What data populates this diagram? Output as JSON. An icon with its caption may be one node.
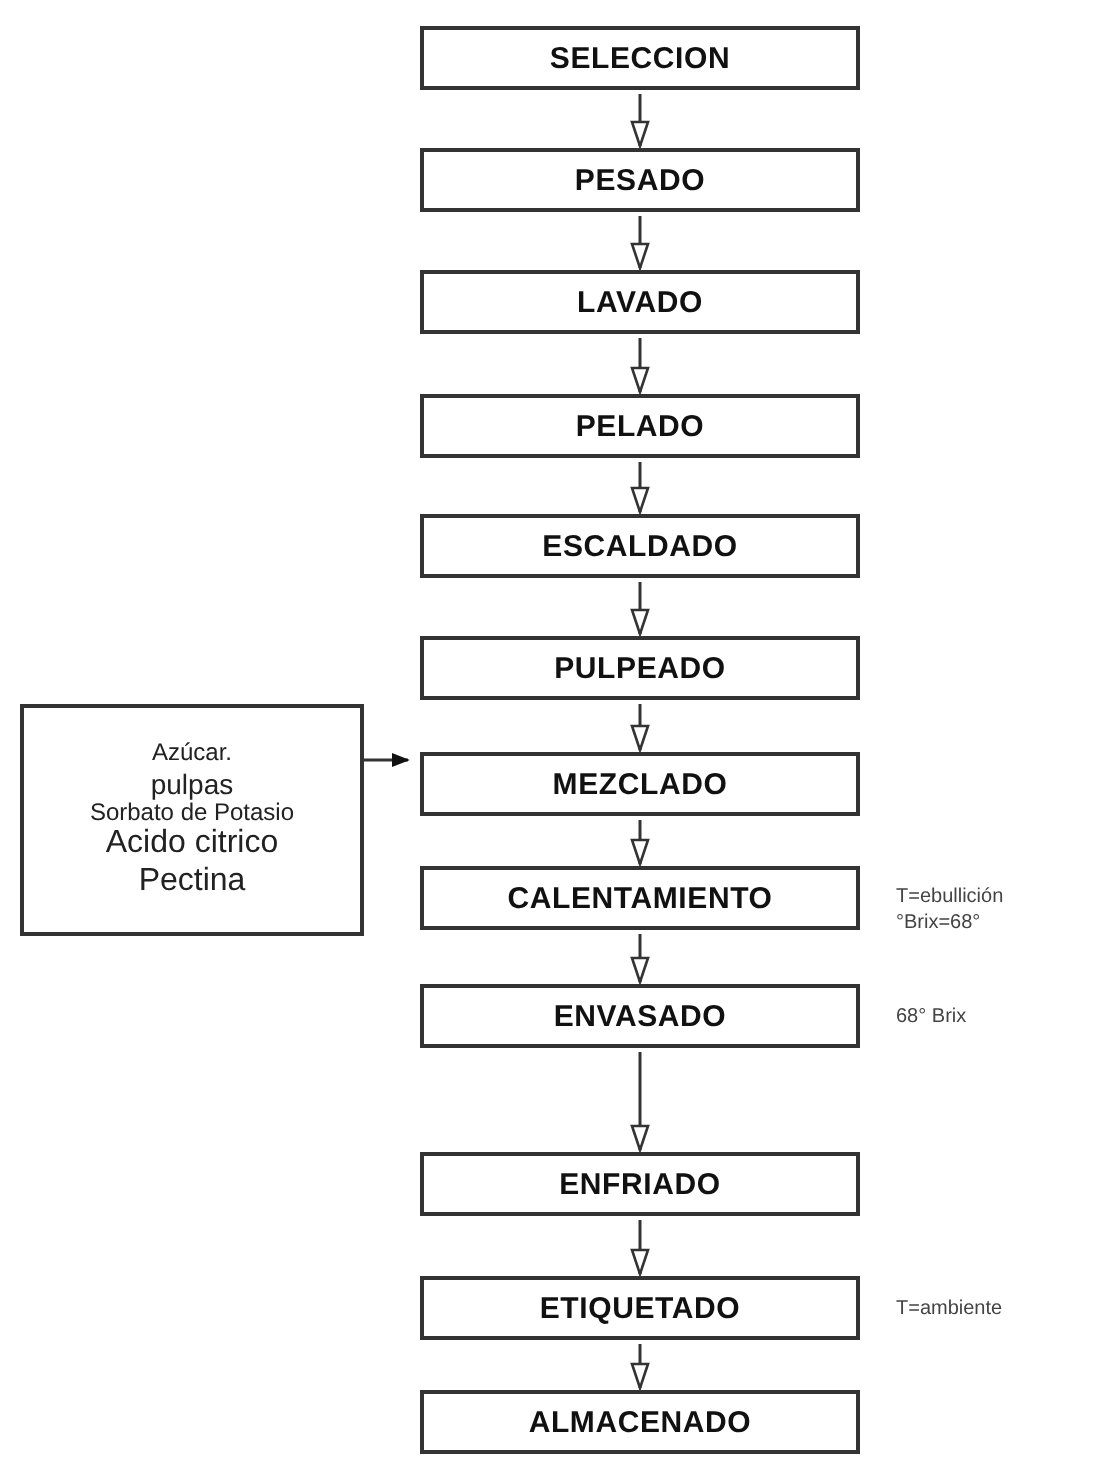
{
  "diagram": {
    "nodes": [
      {
        "text": [
          "SELECCION"
        ]
      },
      {
        "text": [
          "PESADO"
        ]
      },
      {
        "text": [
          "LAVADO"
        ]
      },
      {
        "text": [
          "PELADO"
        ]
      },
      {
        "text": [
          "ESCALDADO"
        ]
      },
      {
        "text": [
          "PULPEADO"
        ]
      },
      {
        "text": [
          "MEZCLADO"
        ]
      },
      {
        "text": [
          "CALENTAMIENTO"
        ],
        "beside": [
          "T=ebullición",
          "°Brix=68°"
        ]
      },
      {
        "text": [
          "ENVASADO"
        ],
        "beside": [
          "68° Brix"
        ]
      },
      {
        "text": [
          "ENFRIADO"
        ]
      },
      {
        "text": [
          "ETIQUETADO"
        ],
        "beside": [
          "T=ambiente"
        ]
      },
      {
        "text": [
          "ALMACENADO"
        ]
      },
      {
        "text": [
          "Azúcar.",
          "pulpas",
          "Sorbato de Potasio",
          "Acido citrico",
          "Pectina"
        ]
      }
    ],
    "edges": [
      {
        "from": 0,
        "to": 1,
        "arrow": "to"
      },
      {
        "from": 1,
        "to": 2,
        "arrow": "to"
      },
      {
        "from": 2,
        "to": 3,
        "arrow": "to"
      },
      {
        "from": 3,
        "to": 4,
        "arrow": "to"
      },
      {
        "from": 4,
        "to": 5,
        "arrow": "to"
      },
      {
        "from": 5,
        "to": 6,
        "arrow": "to"
      },
      {
        "from": 6,
        "to": 7,
        "arrow": "to"
      },
      {
        "from": 7,
        "to": 8,
        "arrow": "to"
      },
      {
        "from": 8,
        "to": 9,
        "arrow": "to"
      },
      {
        "from": 9,
        "to": 10,
        "arrow": "to"
      },
      {
        "from": 10,
        "to": 11,
        "arrow": "to"
      },
      {
        "from": 12,
        "to": 6,
        "arrow": "to"
      }
    ]
  }
}
